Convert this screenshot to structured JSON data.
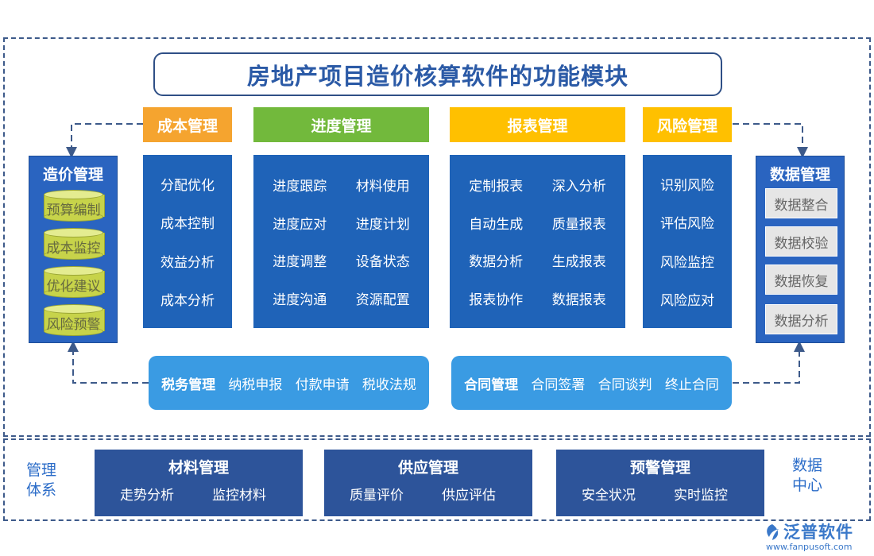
{
  "title": "房地产项目造价核算软件的功能模块",
  "modules": {
    "cost": {
      "header": "成本管理",
      "items": [
        "分配优化",
        "成本控制",
        "效益分析",
        "成本分析"
      ]
    },
    "progress": {
      "header": "进度管理",
      "items": [
        "进度跟踪",
        "材料使用",
        "进度应对",
        "进度计划",
        "进度调整",
        "设备状态",
        "进度沟通",
        "资源配置"
      ]
    },
    "report": {
      "header": "报表管理",
      "items": [
        "定制报表",
        "深入分析",
        "自动生成",
        "质量报表",
        "数据分析",
        "生成报表",
        "报表协作",
        "数据报表"
      ]
    },
    "risk": {
      "header": "风险管理",
      "items": [
        "识别风险",
        "评估风险",
        "风险监控",
        "风险应对"
      ]
    }
  },
  "pricing": {
    "title": "造价管理",
    "items": [
      "预算编制",
      "成本监控",
      "优化建议",
      "风险预警"
    ]
  },
  "data_mgmt": {
    "title": "数据管理",
    "items": [
      "数据整合",
      "数据校验",
      "数据恢复",
      "数据分析"
    ]
  },
  "tax": {
    "title": "税务管理",
    "items": [
      "纳税申报",
      "付款申请",
      "税收法规"
    ]
  },
  "contract": {
    "title": "合同管理",
    "items": [
      "合同签署",
      "合同谈判",
      "终止合同"
    ]
  },
  "bottom": {
    "left_label": [
      "管理",
      "体系"
    ],
    "right_label": [
      "数据",
      "中心"
    ],
    "material": {
      "title": "材料管理",
      "items": [
        "走势分析",
        "监控材料"
      ]
    },
    "supply": {
      "title": "供应管理",
      "items": [
        "质量评价",
        "供应评估"
      ]
    },
    "warning": {
      "title": "预警管理",
      "items": [
        "安全状况",
        "实时监控"
      ]
    }
  },
  "logo": {
    "name": "泛普软件",
    "url": "www.fanpusoft.com"
  },
  "colors": {
    "orange": "#f5a42f",
    "green": "#72b93c",
    "yellow": "#ffc000",
    "panel_blue": "#1f63b8",
    "bar_blue": "#3a9be3",
    "dark_blue": "#2d549a"
  }
}
